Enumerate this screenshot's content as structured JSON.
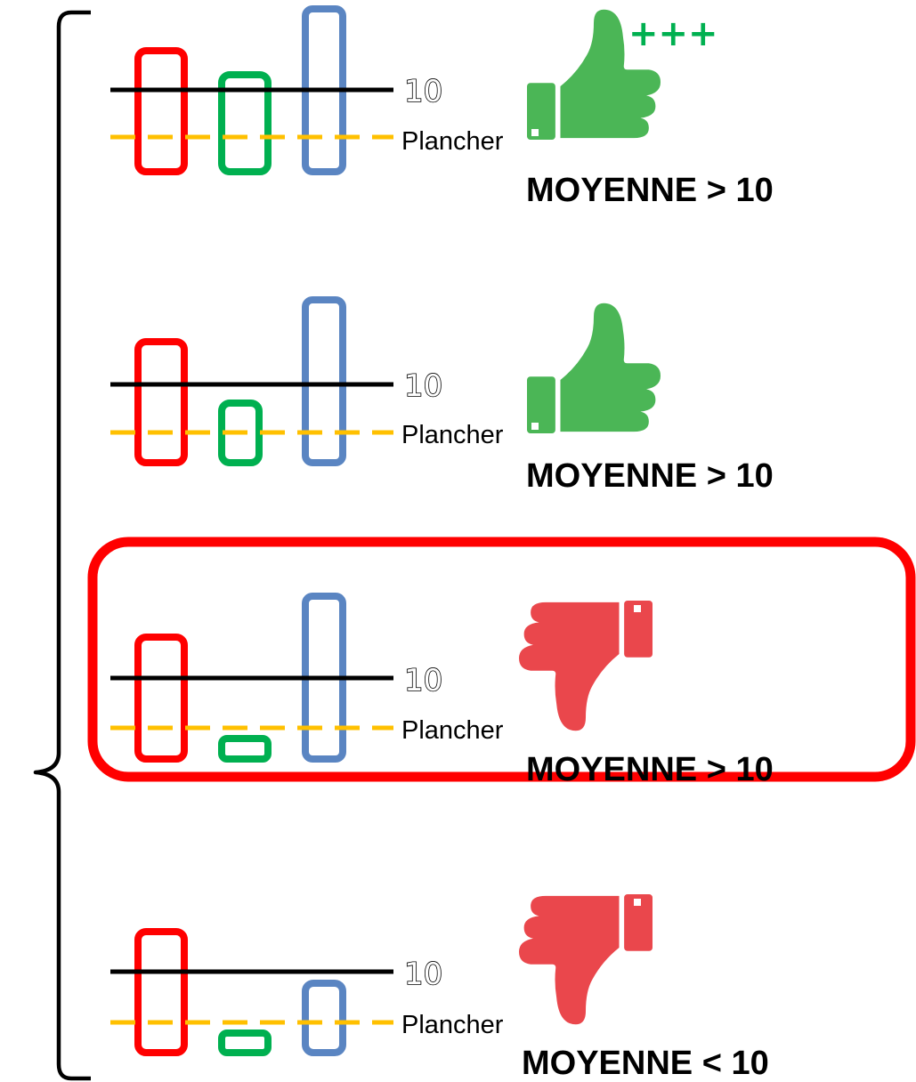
{
  "colors": {
    "subject_a": "#ff0000",
    "subject_b": "#00b050",
    "subject_c": "#5a85c2",
    "threshold_line": "#000000",
    "floor_line": "#ffc000",
    "thumb_up": "#4bb656",
    "thumb_down": "#ea474c",
    "highlight": "#ff0000",
    "plus": "#00b050"
  },
  "icons": {
    "up": "thumbs-up-icon",
    "down": "thumbs-down-icon",
    "bracket": "left-curly-brace-icon"
  },
  "scenarios": [
    {
      "threshold_label": "10",
      "floor_label": "Plancher",
      "verdict": "MOYENNE > 10",
      "thumb": "up",
      "extra": "+++",
      "highlighted": false
    },
    {
      "threshold_label": "10",
      "floor_label": "Plancher",
      "verdict": "MOYENNE > 10",
      "thumb": "up",
      "extra": "",
      "highlighted": false
    },
    {
      "threshold_label": "10",
      "floor_label": "Plancher",
      "verdict": "MOYENNE > 10",
      "thumb": "down",
      "extra": "",
      "highlighted": true
    },
    {
      "threshold_label": "10",
      "floor_label": "Plancher",
      "verdict": "MOYENNE < 10",
      "thumb": "down",
      "extra": "",
      "highlighted": false
    }
  ]
}
